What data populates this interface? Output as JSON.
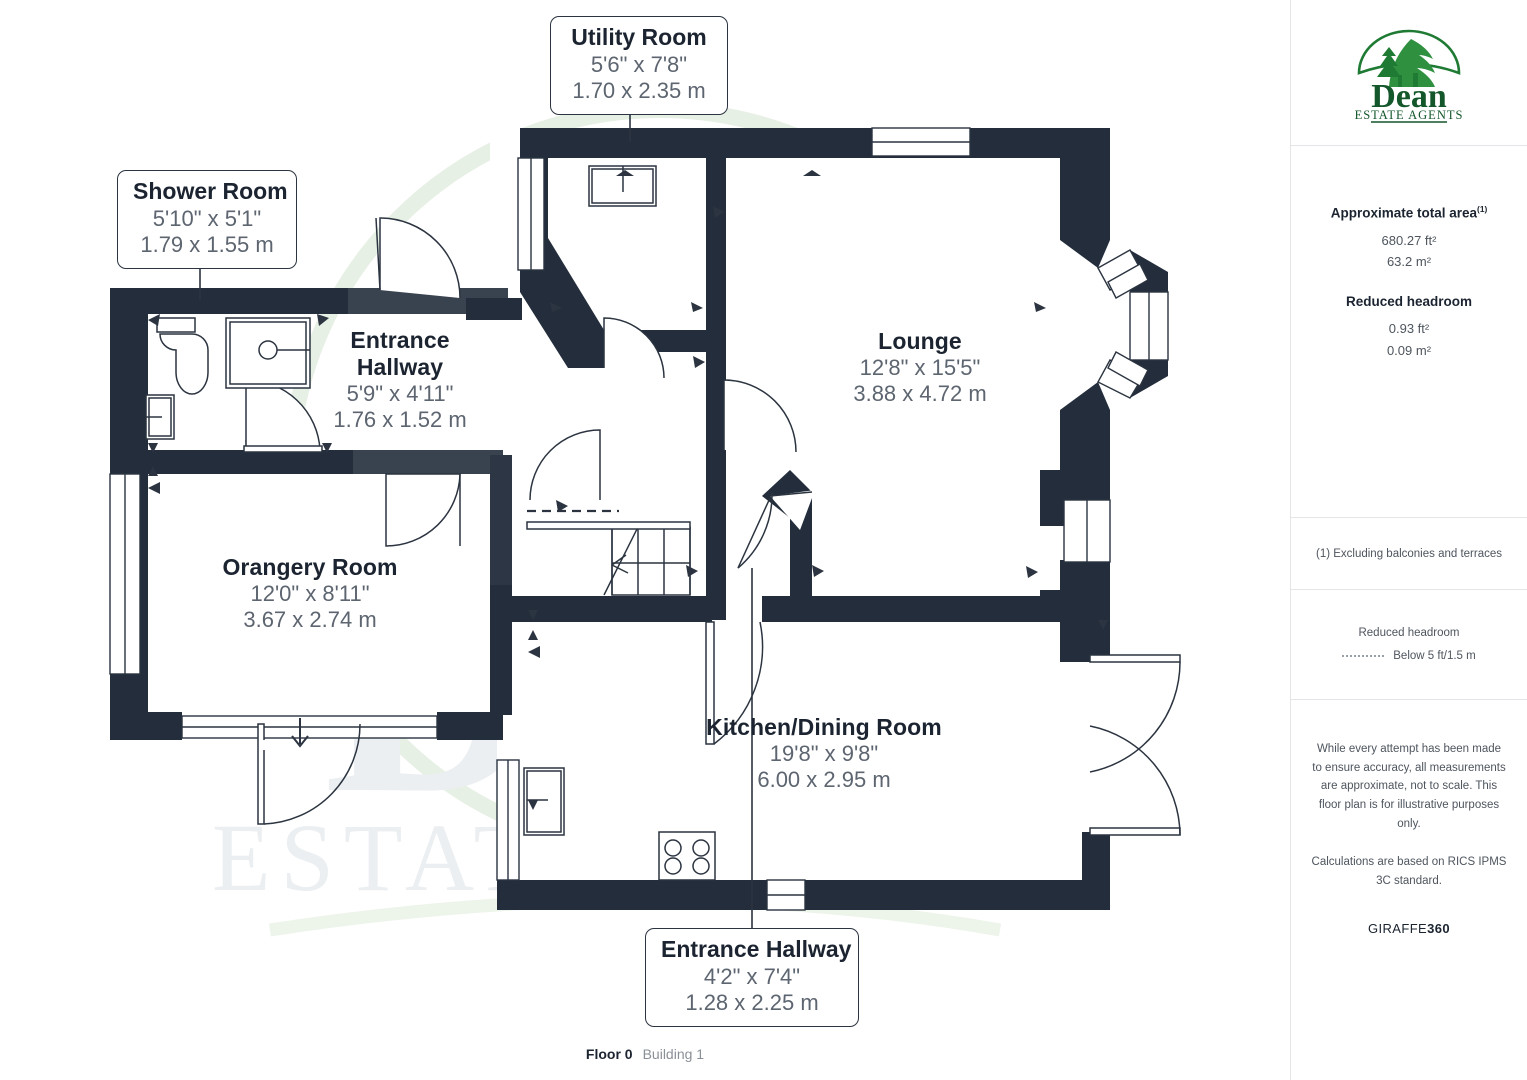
{
  "brand": {
    "logo_name": "Dean",
    "logo_sub": "ESTATE AGENTS",
    "logo_color": "#1f7a33",
    "watermark_main": "Dean",
    "watermark_sub": "ESTATE AGENTS"
  },
  "plan": {
    "wall_color": "#232d3b",
    "wall_color_light": "#3c4654",
    "line_color": "#2b3440",
    "rooms": [
      {
        "key": "utility",
        "name": "Utility Room",
        "dim_imperial": "5'6\" x 7'8\"",
        "dim_metric": "1.70 x 2.35 m",
        "style": "callout"
      },
      {
        "key": "shower",
        "name": "Shower Room",
        "dim_imperial": "5'10\" x 5'1\"",
        "dim_metric": "1.79 x 1.55 m",
        "style": "callout"
      },
      {
        "key": "entrance_hallway_top",
        "name_line1": "Entrance",
        "name_line2": "Hallway",
        "dim_imperial": "5'9\" x 4'11\"",
        "dim_metric": "1.76 x 1.52 m",
        "style": "inline"
      },
      {
        "key": "lounge",
        "name": "Lounge",
        "dim_imperial": "12'8\" x 15'5\"",
        "dim_metric": "3.88 x 4.72 m",
        "style": "inline"
      },
      {
        "key": "orangery",
        "name": "Orangery Room",
        "dim_imperial": "12'0\" x 8'11\"",
        "dim_metric": "3.67 x 2.74 m",
        "style": "inline"
      },
      {
        "key": "kitchen_dining",
        "name": "Kitchen/Dining Room",
        "dim_imperial": "19'8\" x 9'8\"",
        "dim_metric": "6.00 x 2.95 m",
        "style": "inline"
      },
      {
        "key": "entrance_hallway_bottom",
        "name": "Entrance Hallway",
        "dim_imperial": "4'2\" x 7'4\"",
        "dim_metric": "1.28 x 2.25 m",
        "style": "callout"
      }
    ]
  },
  "footer": {
    "floor": "Floor 0",
    "building": "Building 1"
  },
  "sidebar": {
    "area_heading": "Approximate total area",
    "area_heading_sup": "(1)",
    "area_ft": "680.27 ft²",
    "area_m": "63.2 m²",
    "headroom_heading": "Reduced headroom",
    "headroom_ft": "0.93 ft²",
    "headroom_m": "0.09 m²",
    "note_excluding": "(1) Excluding balconies and terraces",
    "legend_heading": "Reduced headroom",
    "legend_label": "Below 5 ft/1.5 m",
    "disclaimer_1": "While every attempt has been made to ensure accuracy, all measurements are approximate, not to scale. This floor plan is for illustrative purposes only.",
    "disclaimer_2": "Calculations are based on RICS IPMS 3C standard.",
    "provider_light": "GIRAFFE",
    "provider_bold": "360"
  }
}
